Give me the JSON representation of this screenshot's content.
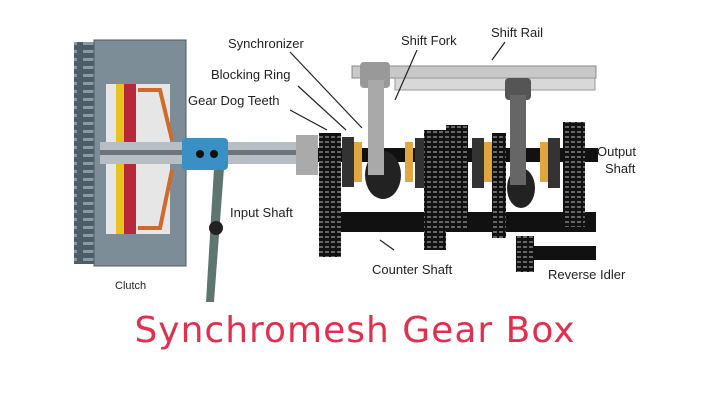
{
  "diagram": {
    "labels": {
      "synchronizer": "Synchronizer",
      "shift_fork": "Shift Fork",
      "shift_rail": "Shift Rail",
      "blocking_ring": "Blocking Ring",
      "gear_dog_teeth": "Gear Dog Teeth",
      "input_shaft": "Input Shaft",
      "output_shaft_line1": "Output",
      "output_shaft_line2": "Shaft",
      "counter_shaft": "Counter Shaft",
      "reverse_idler": "Reverse Idler",
      "clutch": "Clutch"
    },
    "title": "Synchromesh Gear Box",
    "colors": {
      "title": "#e0304e",
      "collar": "#3a8fc4",
      "gear": "#1a1a1a",
      "synchro": "#e2a640",
      "housing": "#6f7f8c"
    }
  }
}
